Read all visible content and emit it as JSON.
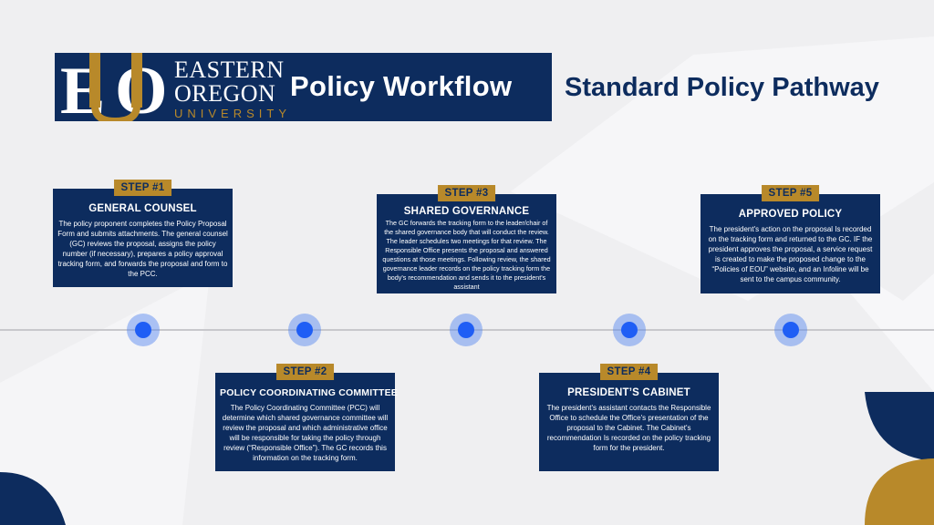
{
  "header": {
    "logo_mark": "EOU",
    "university": {
      "line1": "EASTERN",
      "line2": "OREGON",
      "line3": "UNIVERSITY"
    },
    "title": "Policy Workflow",
    "subtitle": "Standard Policy Pathway"
  },
  "colors": {
    "navy": "#0d2c5e",
    "gold": "#b8892a",
    "node_blue": "#1f5ef5",
    "background": "#efeff1"
  },
  "steps": [
    {
      "badge": "STEP #1",
      "title": "GENERAL COUNSEL",
      "body": "The policy proponent completes the Policy Proposal Form and submits attachments. The general counsel (GC) reviews the proposal, assigns the policy number (if necessary), prepares a policy approval tracking form, and forwards the proposal and form to the PCC."
    },
    {
      "badge": "STEP #2",
      "title": "POLICY COORDINATING COMMITTEE",
      "body": "The Policy Coordinating Committee (PCC) will determine which shared governance committee will review the proposal and which administrative office will be responsible for taking the policy through review (“Responsible Office”). The GC records this information on the tracking form."
    },
    {
      "badge": "STEP #3",
      "title": "SHARED GOVERNANCE",
      "body": "The GC forwards the tracking form to the leader/chair of the shared governance body that will conduct the review. The leader schedules two meetings for that review. The Responsible Office presents the proposal and answered questions at those meetings. Following review, the shared governance leader records on the policy tracking form the body's recommendation and sends it to the president's assistant"
    },
    {
      "badge": "STEP #4",
      "title": "PRESIDENT’S CABINET",
      "body": "The president's assistant contacts the Responsible Office to schedule the Office's presentation of the proposal to the Cabinet. The Cabinet's recommendation Is recorded on the policy tracking form for the president."
    },
    {
      "badge": "STEP #5",
      "title": "APPROVED POLICY",
      "body": "The president's action on the proposal Is recorded on the tracking form and returned to the GC. IF the president approves the proposal, a service request is created to make the proposed change to the “Policies of EOU” website, and an Infoline will be sent to the campus community."
    }
  ]
}
